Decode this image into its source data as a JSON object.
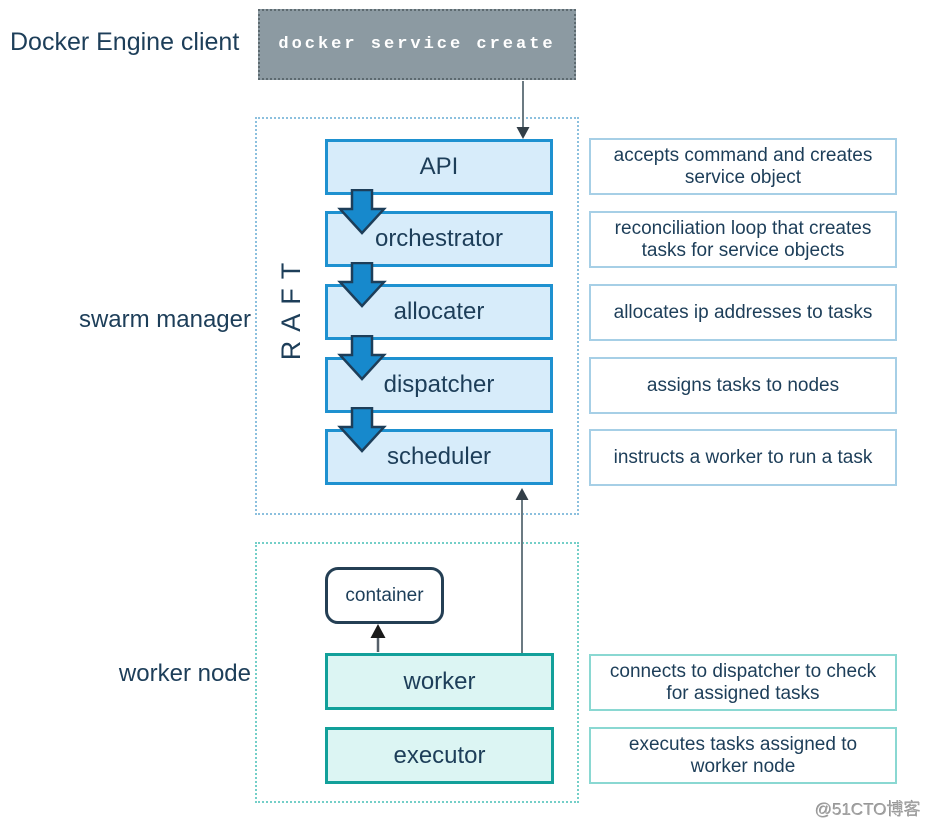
{
  "client": {
    "label": "Docker Engine client",
    "command": "docker service create"
  },
  "swarm": {
    "label": "swarm manager",
    "raft": "RAFT",
    "components": [
      {
        "name": "API",
        "description": "accepts command and creates service object"
      },
      {
        "name": "orchestrator",
        "description": "reconciliation loop that creates tasks for service objects"
      },
      {
        "name": "allocater",
        "description": "allocates ip addresses to tasks"
      },
      {
        "name": "dispatcher",
        "description": "assigns tasks to nodes"
      },
      {
        "name": "scheduler",
        "description": "instructs a worker to run a task"
      }
    ]
  },
  "worker": {
    "label": "worker node",
    "container": "container",
    "components": [
      {
        "name": "worker",
        "description": "connects to dispatcher to check for assigned tasks"
      },
      {
        "name": "executor",
        "description": "executes tasks assigned to worker node"
      }
    ]
  },
  "watermark": "@51CTO博客",
  "colors": {
    "text_dark": "#1d3e59",
    "blue_box_border": "#1e91d0",
    "blue_box_fill": "#d7ecfa",
    "flow_arrow_fill": "#1789cc",
    "teal_box_border": "#12a09a",
    "teal_box_fill": "#dcf5f3",
    "desc_blue_border": "#a6cfe6",
    "desc_teal_border": "#8ad8d2",
    "swarm_dash_border": "#8cc0de",
    "worker_dash_border": "#74cfc8",
    "client_box_fill": "#8c9aa2",
    "connector_gray": "#6b7a82"
  }
}
